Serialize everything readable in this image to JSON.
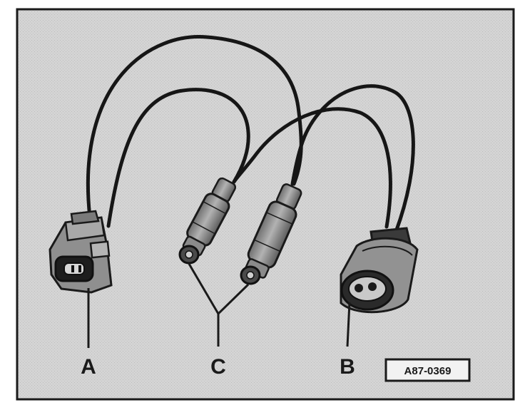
{
  "labels": {
    "a": "A",
    "b": "B",
    "c": "C"
  },
  "figure_number": "A87-0369",
  "colors": {
    "background": "#d4d4d4",
    "frame": "#1a1a1a",
    "wire": "#161616",
    "connector_body": "#8f8f8f"
  }
}
